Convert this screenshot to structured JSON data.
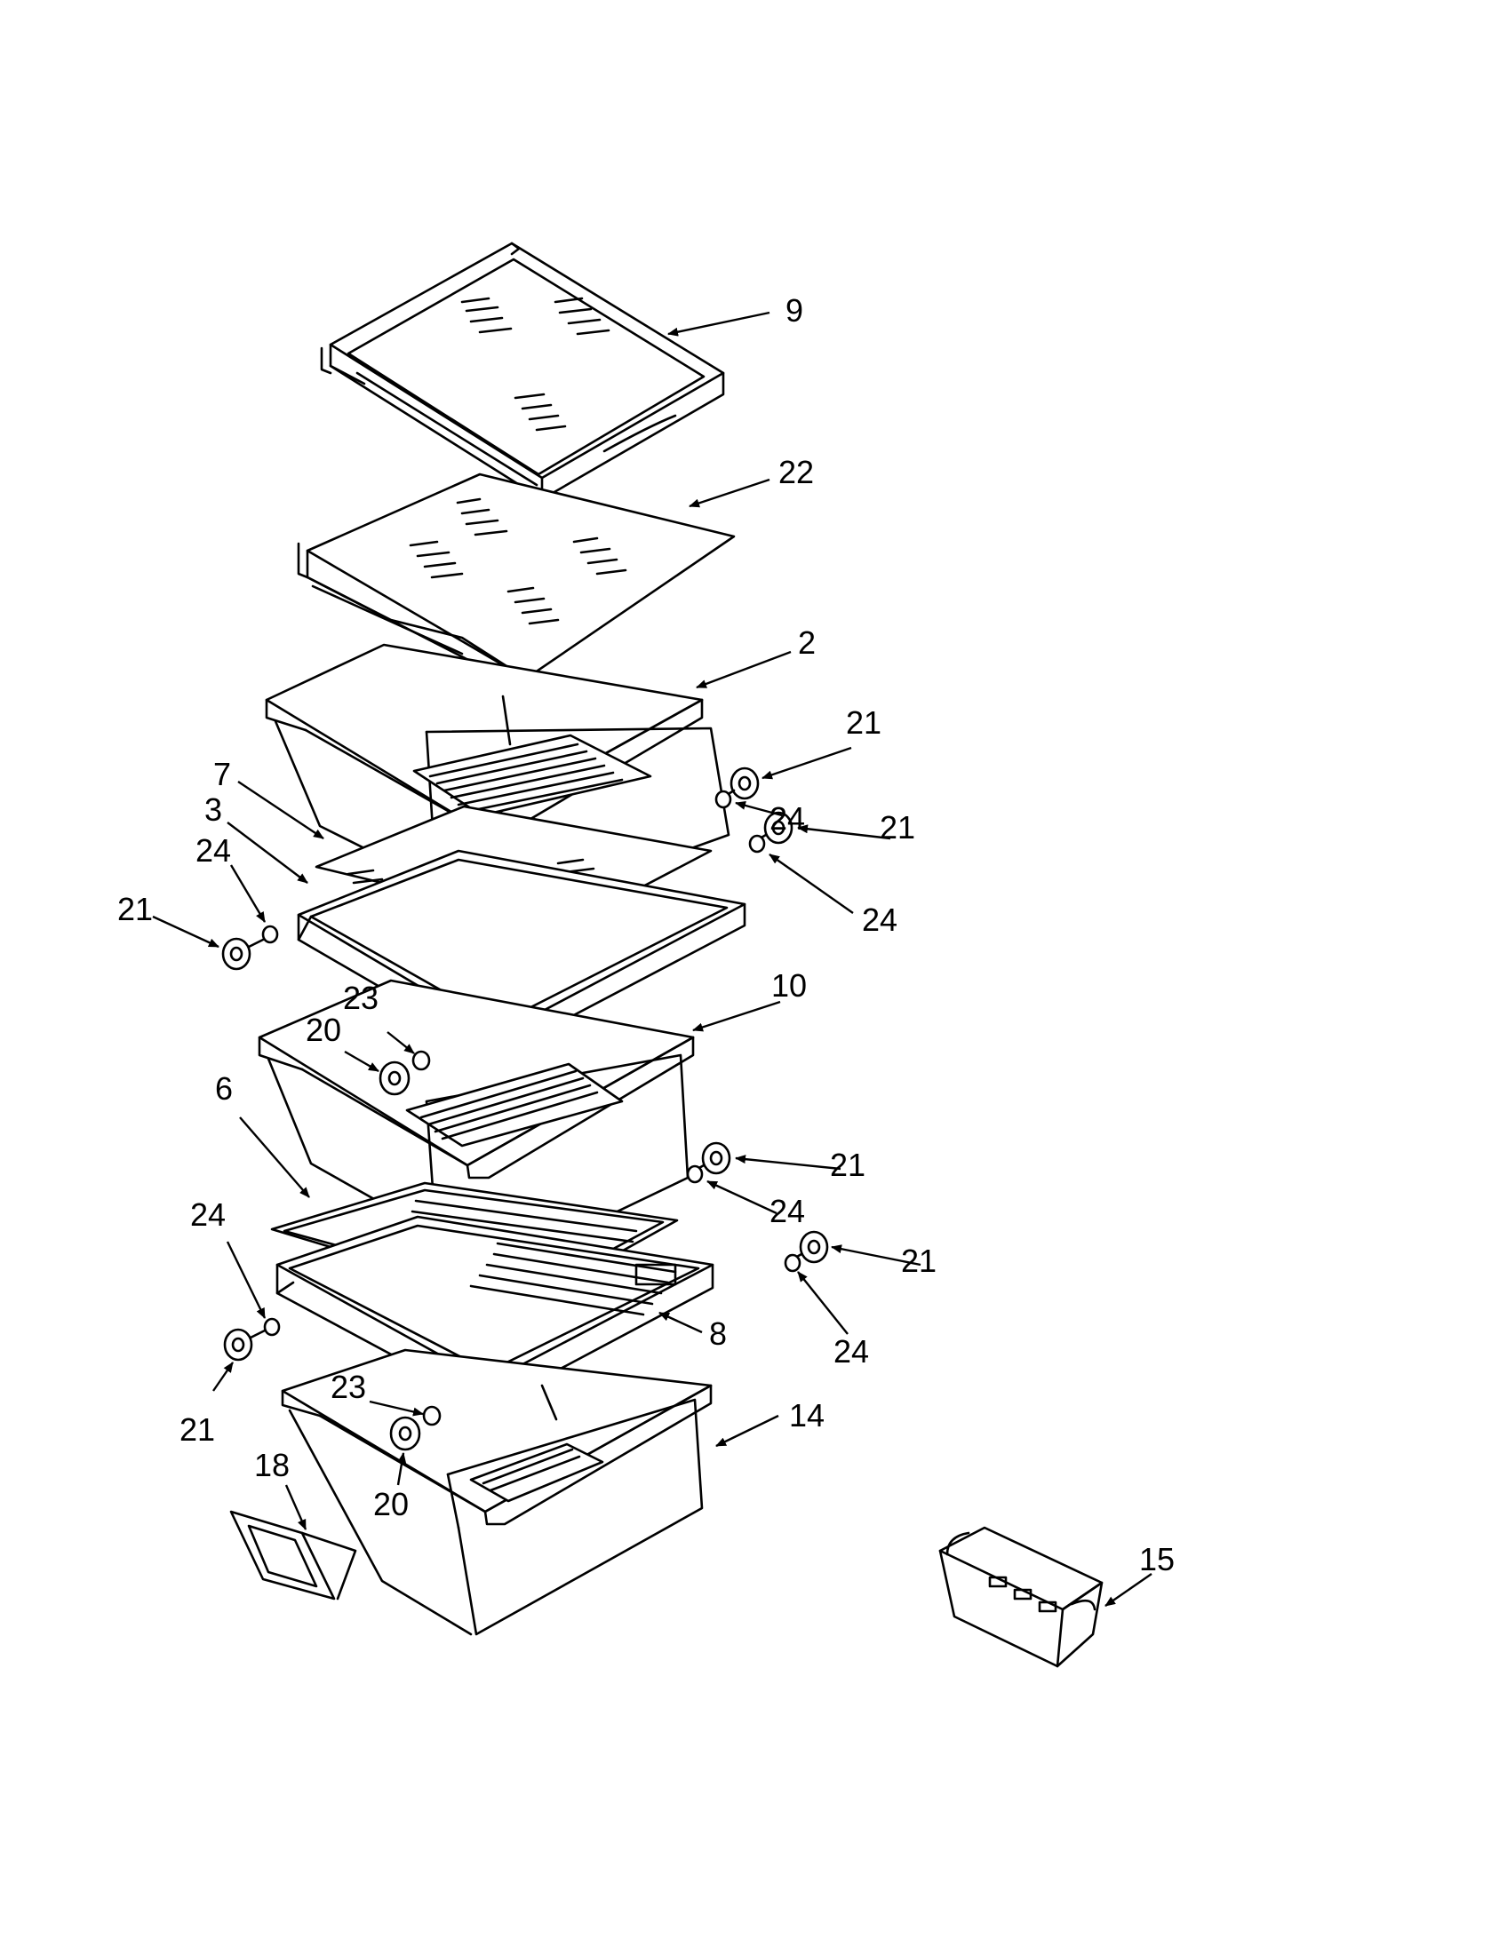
{
  "callouts": {
    "c9": "9",
    "c22": "22",
    "c2": "2",
    "c21_a": "21",
    "c24_a": "24",
    "c21_b": "21",
    "c24_b": "24",
    "c7": "7",
    "c3": "3",
    "c24_c": "24",
    "c21_c": "21",
    "c10": "10",
    "c23_a": "23",
    "c20_a": "20",
    "c6": "6",
    "c21_d": "21",
    "c24_d": "24",
    "c21_e": "21",
    "c24_e": "24",
    "c24_f": "24",
    "c8": "8",
    "c21_f": "21",
    "c23_b": "23",
    "c14": "14",
    "c20_b": "20",
    "c18": "18",
    "c15": "15"
  }
}
